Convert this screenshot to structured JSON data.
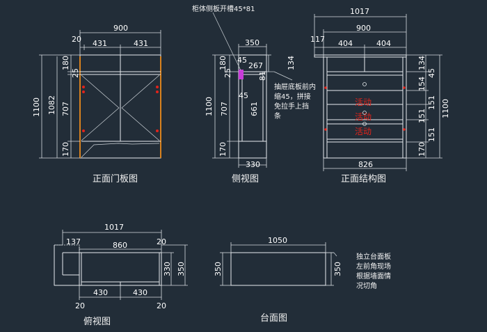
{
  "views": {
    "front_door": {
      "title": "正面门板图"
    },
    "side": {
      "title": "侧视图"
    },
    "front_structure": {
      "title": "正面结构图"
    },
    "top": {
      "title": "俯视图"
    },
    "countertop": {
      "title": "台面图"
    }
  },
  "notes": {
    "side_slot": "柜体侧板开槽45*81",
    "drawer": [
      "抽屉底板前内",
      "缩45，拼接",
      "免拉手上挡",
      "条"
    ],
    "countertop": [
      "独立台面板",
      "左前角现场",
      "根据墙面情",
      "况切角"
    ]
  },
  "movable_label": "活动",
  "dims": {
    "fd_900": "900",
    "fd_20": "20",
    "fd_431a": "431",
    "fd_431b": "431",
    "fd_1100": "1100",
    "fd_1082": "1082",
    "fd_180": "180",
    "fd_25": "25",
    "fd_707": "707",
    "fd_170": "170",
    "sv_350": "350",
    "sv_45a": "45",
    "sv_267": "267",
    "sv_134": "134",
    "sv_81": "81",
    "sv_180": "180",
    "sv_25": "25",
    "sv_45b": "45",
    "sv_1100": "1100",
    "sv_707": "707",
    "sv_661": "661",
    "sv_170": "170",
    "sv_330": "330",
    "fs_1017": "1017",
    "fs_900": "900",
    "fs_117": "117",
    "fs_404a": "404",
    "fs_404b": "404",
    "fs_134": "134",
    "fs_45": "45",
    "fs_154": "154",
    "fs_151a": "151",
    "fs_151b": "151",
    "fs_151c": "151",
    "fs_170": "170",
    "fs_1100": "1100",
    "fs_826": "826",
    "tv_1017": "1017",
    "tv_137": "137",
    "tv_860": "860",
    "tv_20a": "20",
    "tv_330": "330",
    "tv_350": "350",
    "tv_430a": "430",
    "tv_430b": "430",
    "tv_20b": "20",
    "tv_20c": "20",
    "ct_1050": "1050",
    "ct_350a": "350",
    "ct_350b": "350"
  }
}
